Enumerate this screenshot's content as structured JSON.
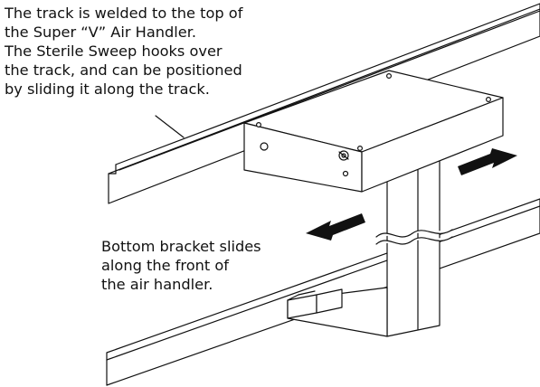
{
  "callouts": {
    "track": {
      "lines": [
        "The track is welded to the top of",
        "the Super “V” Air Handler.",
        "The Sterile Sweep hooks over",
        "the track, and can be positioned",
        "by sliding it along the track."
      ]
    },
    "bracket": {
      "lines": [
        "Bottom bracket slides",
        "along the front of",
        "the air handler."
      ]
    }
  },
  "colors": {
    "ink": "#111111",
    "fill": "#ffffff",
    "arrow": "#111111"
  }
}
